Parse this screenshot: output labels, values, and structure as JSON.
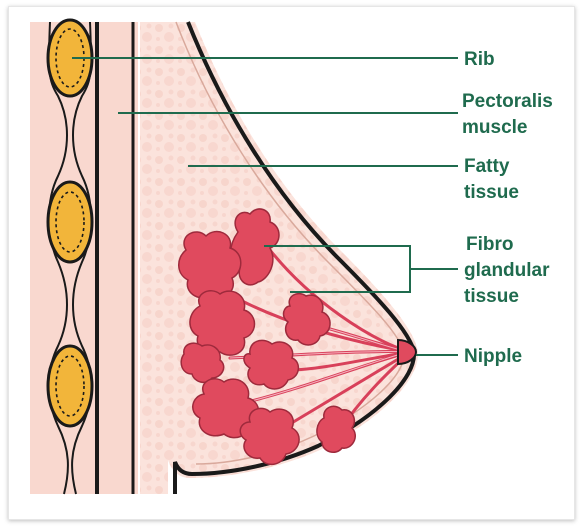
{
  "colors": {
    "background": "#ffffff",
    "chest_wall": "#f9d8cf",
    "breast_tissue": "#fbe3dc",
    "fat_bubbles": "#f4c9bf",
    "outline": "#1a1a1a",
    "rib_fill": "#f2b53a",
    "lobule": "#e04a5e",
    "duct": "#d8405a",
    "label_line": "#1f6b4e",
    "label_text": "#1f6b4e"
  },
  "labels": {
    "rib": [
      "Rib"
    ],
    "pectoralis": [
      "Pectoralis",
      "muscle"
    ],
    "fatty": [
      "Fatty",
      "tissue"
    ],
    "fibro": [
      "Fibro",
      "glandular",
      "tissue"
    ],
    "nipple": [
      "Nipple"
    ]
  },
  "icons": {
    "rib": "rib-icon",
    "lobule": "lobule-icon"
  }
}
